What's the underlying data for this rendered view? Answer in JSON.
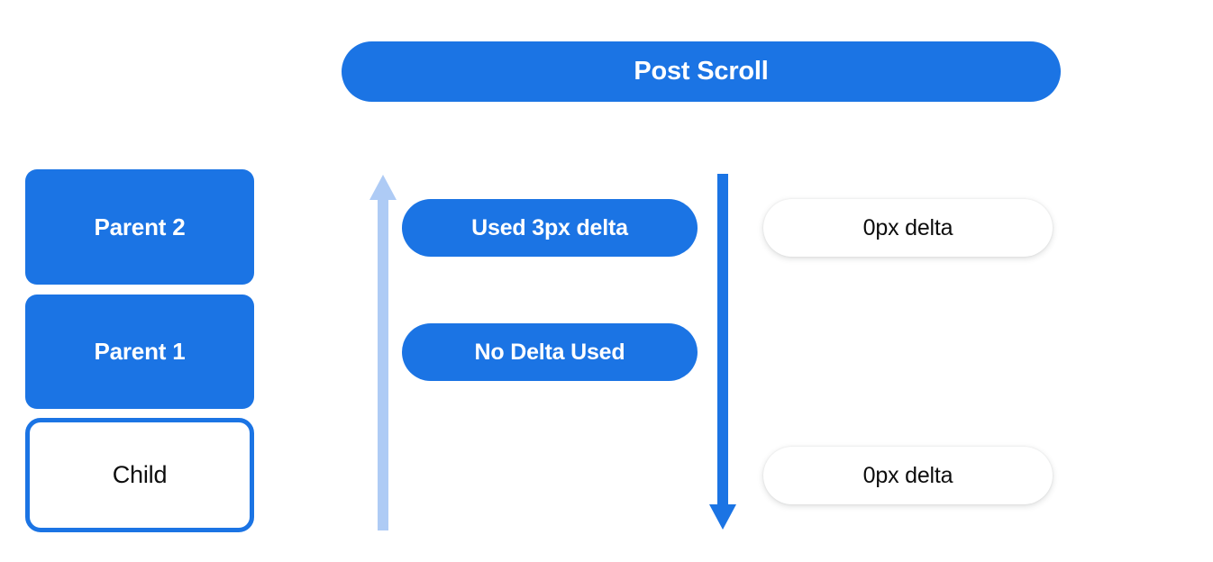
{
  "diagram": {
    "title": "Post Scroll",
    "background_color": "#ffffff",
    "accent_color": "#1b74e4",
    "light_accent_color": "#aecbf5",
    "text_dark_color": "#0d0d0d",
    "text_light_color": "#ffffff"
  },
  "header": {
    "label": "Post Scroll"
  },
  "view_stack": {
    "boxes": [
      {
        "label": "Parent 2",
        "style": "filled"
      },
      {
        "label": "Parent 1",
        "style": "filled"
      },
      {
        "label": "Child",
        "style": "outlined"
      }
    ]
  },
  "arrows": [
    {
      "name": "scroll-propagation-up-arrow",
      "direction": "up",
      "color": "#aecbf5"
    },
    {
      "name": "scroll-input-down-arrow",
      "direction": "down",
      "color": "#1b74e4"
    }
  ],
  "delta_labels": {
    "middle": [
      {
        "label": "Used 3px delta"
      },
      {
        "label": "No Delta Used"
      }
    ],
    "right": [
      {
        "label": "0px delta"
      },
      {
        "label": "0px delta"
      }
    ]
  }
}
